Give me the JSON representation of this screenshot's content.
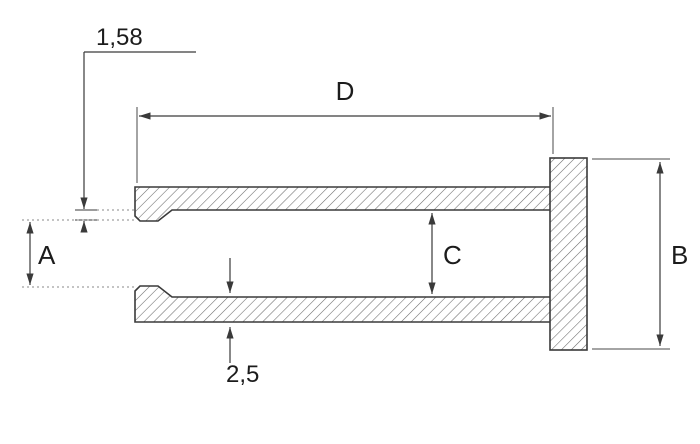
{
  "drawing": {
    "dimensions": {
      "lip_thickness": "1,58",
      "length": "D",
      "bore_entry": "A",
      "inner_height": "C",
      "flange_height": "B",
      "bottom_wall": "2,5"
    },
    "colors": {
      "outline": "#3a3a3a",
      "hatch": "#6a6a6a",
      "dimension_lines": "#3a3a3a",
      "label_text": "#1c1c1c",
      "background": "#ffffff"
    }
  }
}
